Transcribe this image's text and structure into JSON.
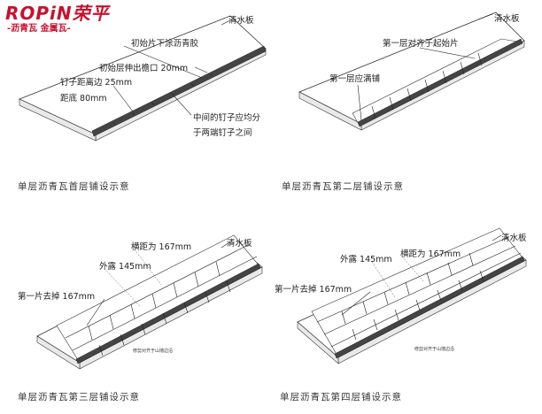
{
  "logo": {
    "brand_latin": "ROPiN",
    "brand_cn": "荣平",
    "subtitle": "-沥青瓦 金属瓦-",
    "color": "#c8102e"
  },
  "panel1": {
    "caption": "单层沥青瓦首层铺设示意",
    "fascia": "清水板",
    "start_glue": "初始片下涂沥青胶",
    "overhang": "初始层伸出檐口 20mm",
    "nail_edge": "钉子距离边 25mm",
    "nail_bottom": "距底 80mm",
    "mid_nail_1": "中间的钉子应均分",
    "mid_nail_2": "于两端钉子之间"
  },
  "panel2": {
    "caption": "单层沥青瓦第二层铺设示意",
    "fascia": "清水板",
    "align": "第一层对齐于起始片",
    "full": "第一层应满铺"
  },
  "panel3": {
    "caption": "单层沥青瓦第三层铺设示意",
    "fascia": "清水板",
    "spacing": "横距为 167mm",
    "exposure": "外露 145mm",
    "remove": "第一片去掉 167mm",
    "edge_note": "修剪对齐于山墙边沿"
  },
  "panel4": {
    "caption": "单层沥青瓦第四层铺设示意",
    "fascia": "清水板",
    "spacing": "横距为 167mm",
    "exposure": "外露 145mm",
    "remove": "第一片去掉 167mm",
    "edge_note": "修剪对齐于山墙边沿"
  }
}
